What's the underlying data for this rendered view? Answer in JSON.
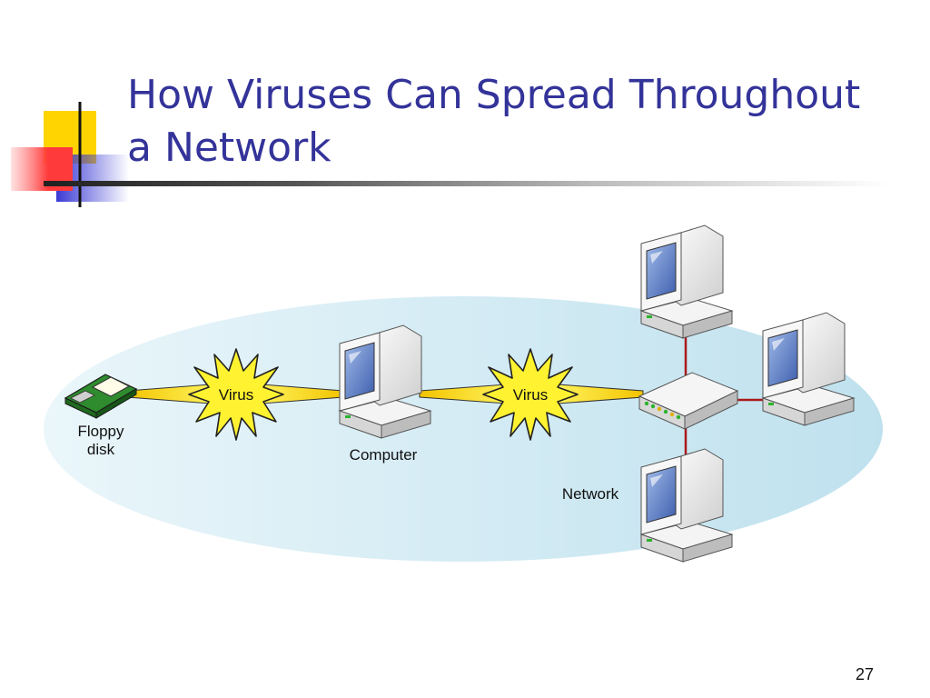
{
  "slide": {
    "title_line1": "How Viruses Can Spread Throughout",
    "title_line2": "a Network",
    "page_number": "27"
  },
  "diagram": {
    "floppy_label_line1": "Floppy",
    "floppy_label_line2": "disk",
    "virus_label_1": "Virus",
    "virus_label_2": "Virus",
    "computer_label": "Computer",
    "network_label": "Network"
  },
  "colors": {
    "title": "#33339a",
    "ellipse": "#cce7f1",
    "virus_burst": "#fff230",
    "network_link": "#aa1a1a"
  },
  "icons": [
    "floppy-disk-icon",
    "virus-burst-icon",
    "desktop-computer-icon",
    "network-hub-icon"
  ]
}
